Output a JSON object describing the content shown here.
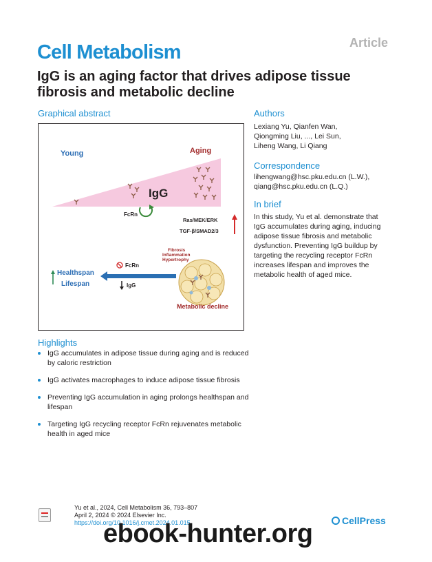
{
  "header": {
    "article_tag": "Article",
    "journal": "Cell Metabolism",
    "title": "IgG is an aging factor that drives adipose tissue fibrosis and metabolic decline"
  },
  "graphical_abstract": {
    "heading": "Graphical abstract",
    "young_label": "Young",
    "aging_label": "Aging",
    "igg_label": "IgG",
    "fcrn_label": "FcRn",
    "pathway_1": "Ras/MEK/ERK",
    "pathway_2": "TGF-β/SMAD2/3",
    "effects": [
      "Fibrosis",
      "Inflammation",
      "Hypertrophy"
    ],
    "blocked_fcrn_label": "FcRn",
    "igg_down_label": "IgG",
    "healthspan_label": "Healthspan",
    "lifespan_label": "Lifespan",
    "metabolic_decline_label": "Metabolic decline",
    "colors": {
      "young": "#2e6fb5",
      "aging": "#a12a2a",
      "wedge": "#f6c9df",
      "antibody": "#8b5a44",
      "blocked": "#d22a2a",
      "arrow_blue": "#2a6fb3",
      "arrow_up_red": "#d42a2a",
      "arrow_up_green": "#2e8b57"
    }
  },
  "authors": {
    "heading": "Authors",
    "names": [
      "Lexiang Yu, Qianfen Wan,",
      "Qiongming Liu, ..., Lei Sun,",
      "Liheng Wang, Li Qiang"
    ]
  },
  "correspondence": {
    "heading": "Correspondence",
    "lines": [
      "lihengwang@hsc.pku.edu.cn (L.W.),",
      "qiang@hsc.pku.edu.cn (L.Q.)"
    ]
  },
  "in_brief": {
    "heading": "In brief",
    "lines": [
      "In this study, Yu et al. demonstrate that",
      "IgG accumulates during aging, inducing",
      "adipose tissue fibrosis and metabolic",
      "dysfunction. Preventing IgG buildup by",
      "targeting the recycling receptor FcRn",
      "increases lifespan and improves the",
      "metabolic health of aged mice."
    ]
  },
  "highlights": {
    "heading": "Highlights",
    "items": [
      "IgG accumulates in adipose tissue during aging and is reduced by caloric restriction",
      "IgG activates macrophages to induce adipose tissue fibrosis",
      "Preventing IgG accumulation in aging prolongs healthspan and lifespan",
      "Targeting IgG recycling receptor FcRn rejuvenates metabolic health in aged mice"
    ]
  },
  "citation": {
    "line1": "Yu et al., 2024, Cell Metabolism 36, 793–807",
    "line2": "April 2, 2024 © 2024 Elsevier Inc.",
    "doi": "https://doi.org/10.1016/j.cmet.2024.01.015",
    "badge_icon": "check-for-updates-icon"
  },
  "publisher": "CellPress",
  "watermark": "ebook-hunter.org"
}
